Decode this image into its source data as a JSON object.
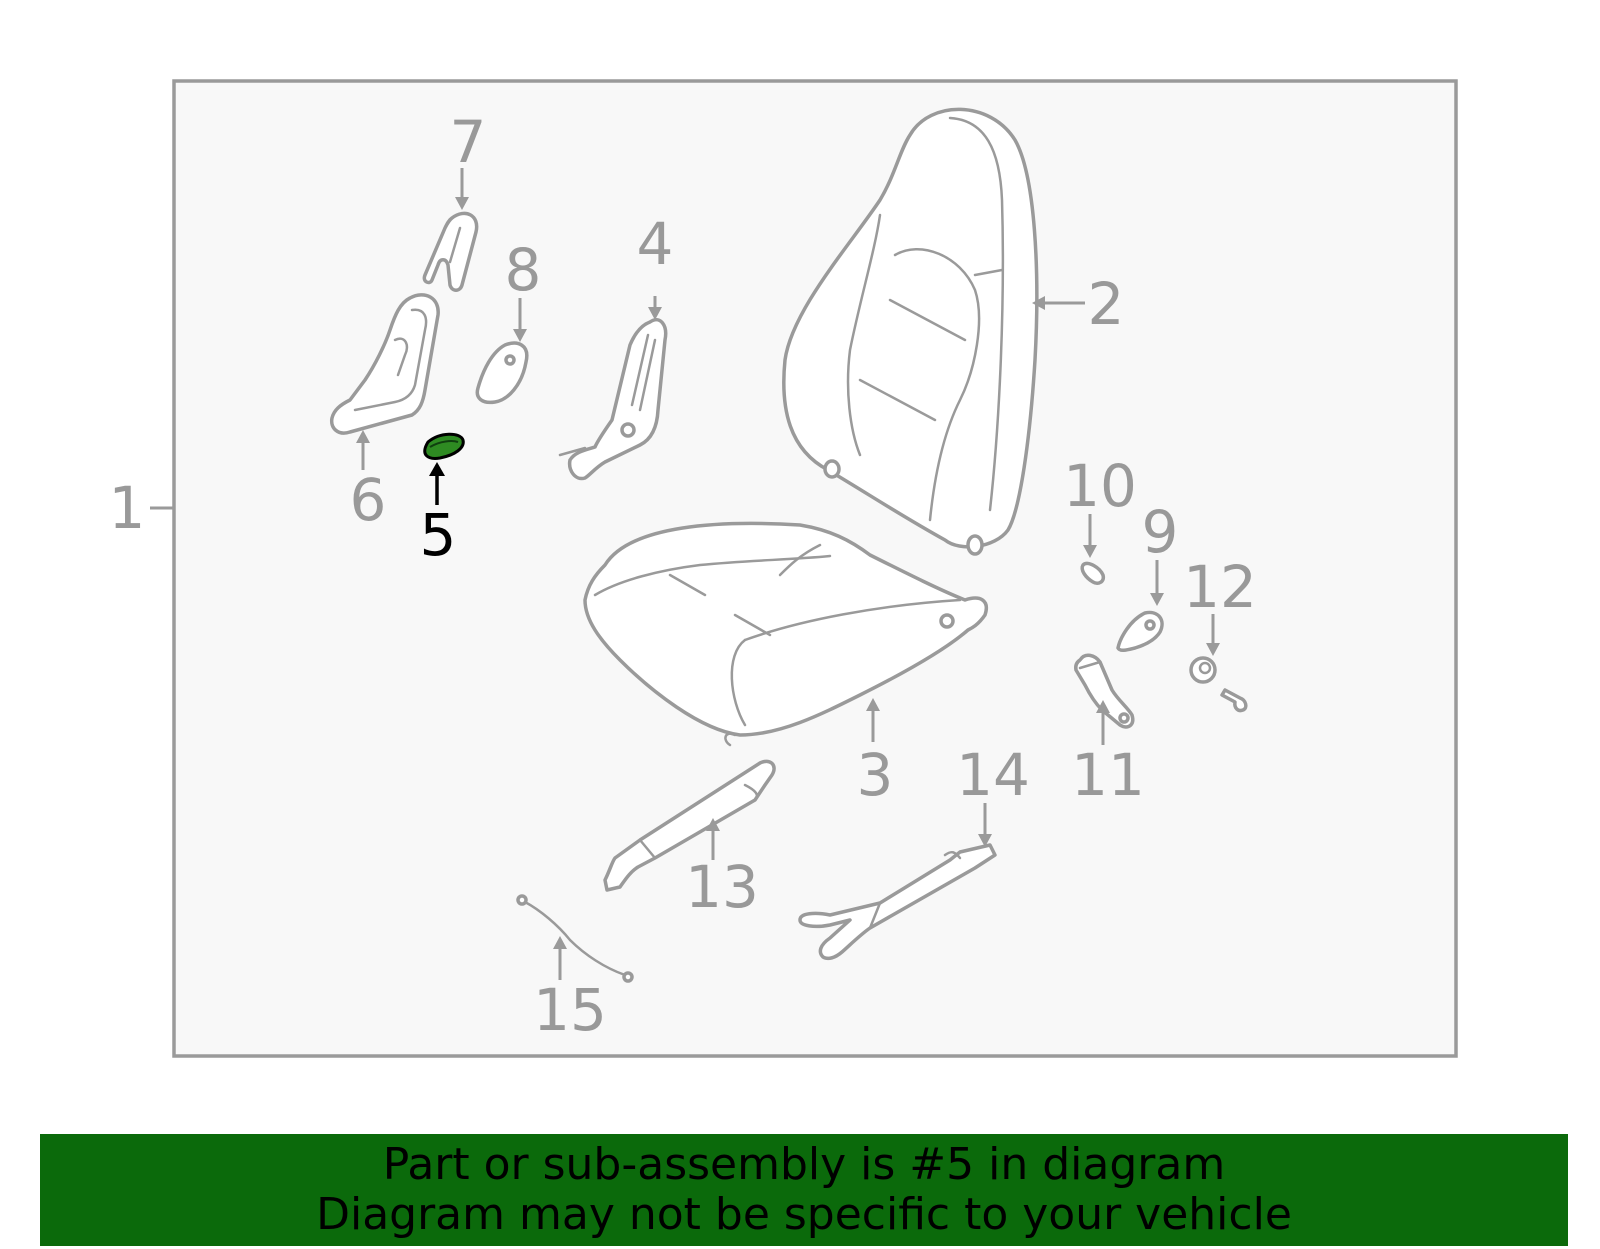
{
  "diagram": {
    "highlight_part": "5",
    "highlight_color": "#2e8b22",
    "frame_color": "#999999",
    "callouts": {
      "c1": "1",
      "c2": "2",
      "c3": "3",
      "c4": "4",
      "c5": "5",
      "c6": "6",
      "c7": "7",
      "c8": "8",
      "c9": "9",
      "c10": "10",
      "c11": "11",
      "c12": "12",
      "c13": "13",
      "c14": "14",
      "c15": "15"
    }
  },
  "banner": {
    "line1": "Part or sub-assembly is #5 in diagram",
    "line2": "Diagram may not be specific to your vehicle",
    "background": "#0b6a0b"
  }
}
